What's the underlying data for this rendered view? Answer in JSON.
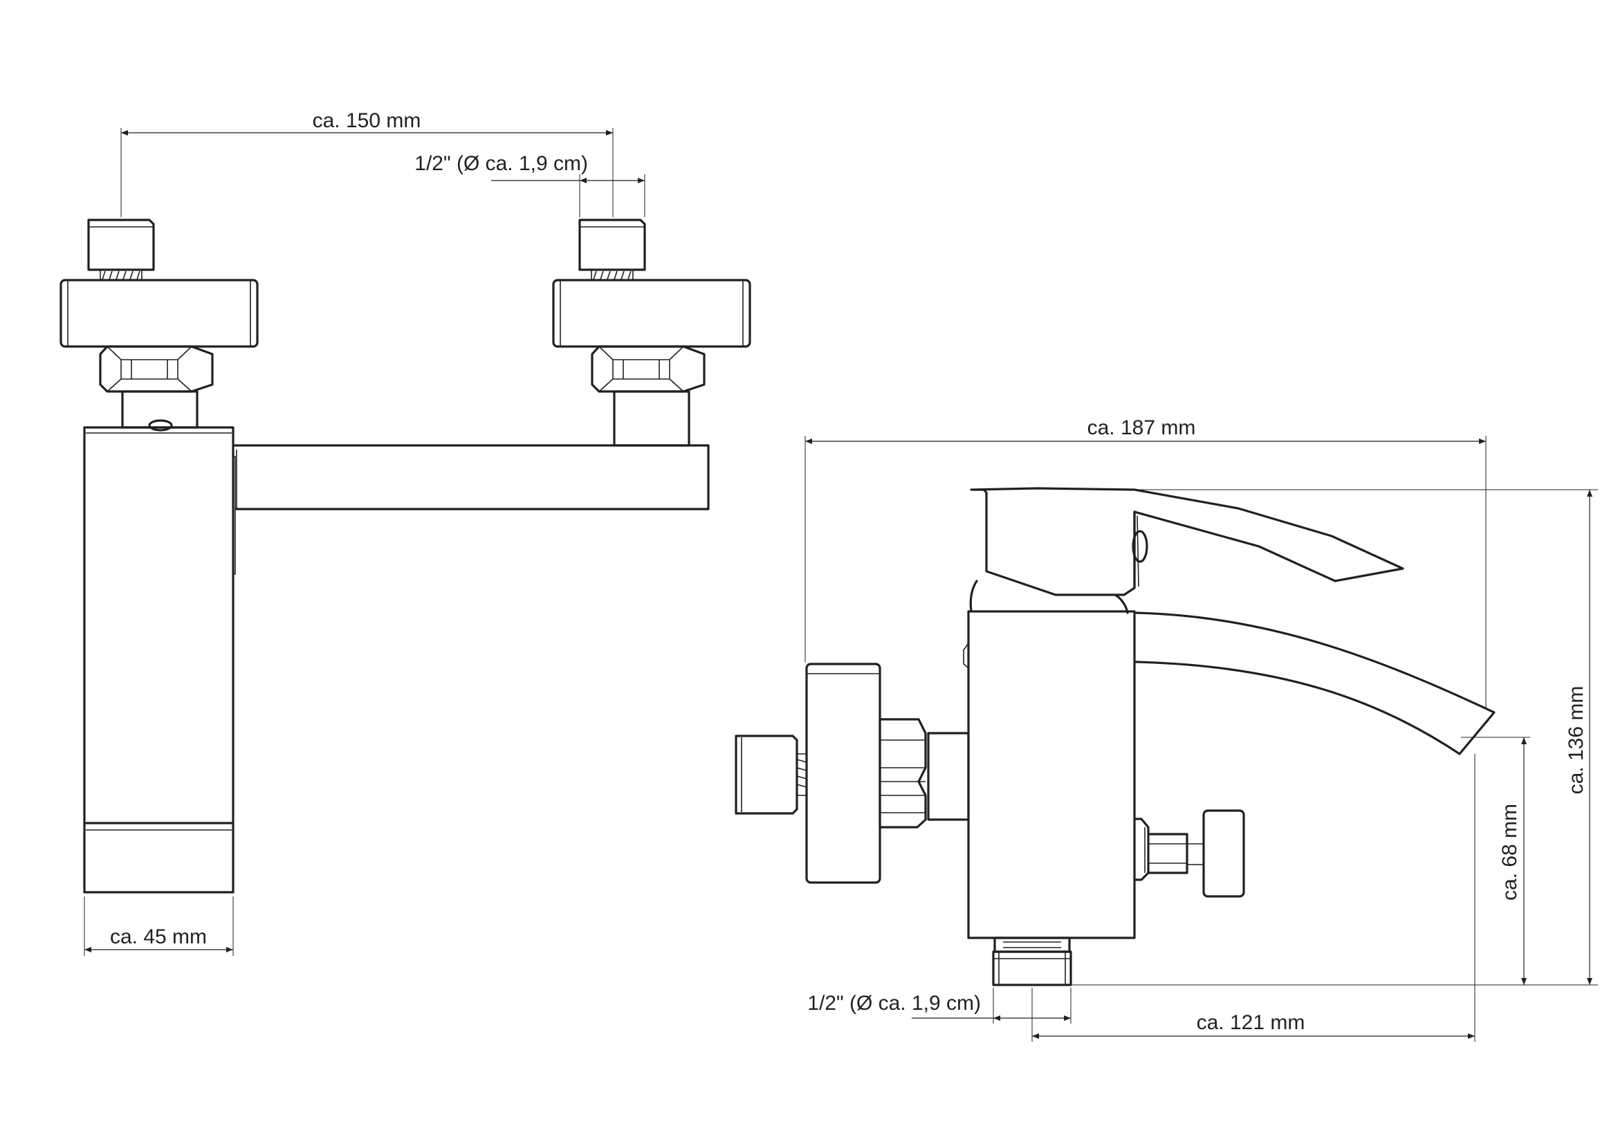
{
  "dimensions": {
    "d150": "ca. 150 mm",
    "pipe_front": "1/2\" (Ø ca. 1,9 cm)",
    "d45": "ca. 45 mm",
    "d187": "ca. 187 mm",
    "d136": "ca. 136 mm",
    "d68": "ca. 68 mm",
    "pipe_side": "1/2\" (Ø ca. 1,9 cm)",
    "d121": "ca. 121 mm"
  }
}
